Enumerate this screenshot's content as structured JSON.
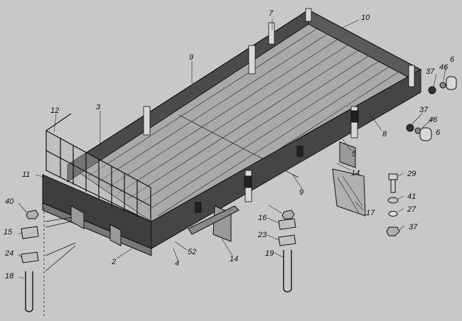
{
  "diagram": {
    "callouts": [
      "7",
      "10",
      "9",
      "6",
      "37",
      "46",
      "3",
      "12",
      "8",
      "5",
      "11",
      "14",
      "29",
      "40",
      "41",
      "27",
      "16",
      "9",
      "17",
      "15",
      "37",
      "23",
      "52",
      "14",
      "24",
      "4",
      "19",
      "2",
      "18"
    ],
    "parts": {
      "bolt": "bolt",
      "washer": "washer",
      "nut": "nut",
      "clamp": "clamp",
      "u_bolt": "u-bolt",
      "mudguard": "mudguard",
      "bumper": "bumper"
    },
    "colors": {
      "background": "#c8c8c8",
      "line": "#111111",
      "floor": "#a7a7a7",
      "side": "#505050"
    }
  }
}
